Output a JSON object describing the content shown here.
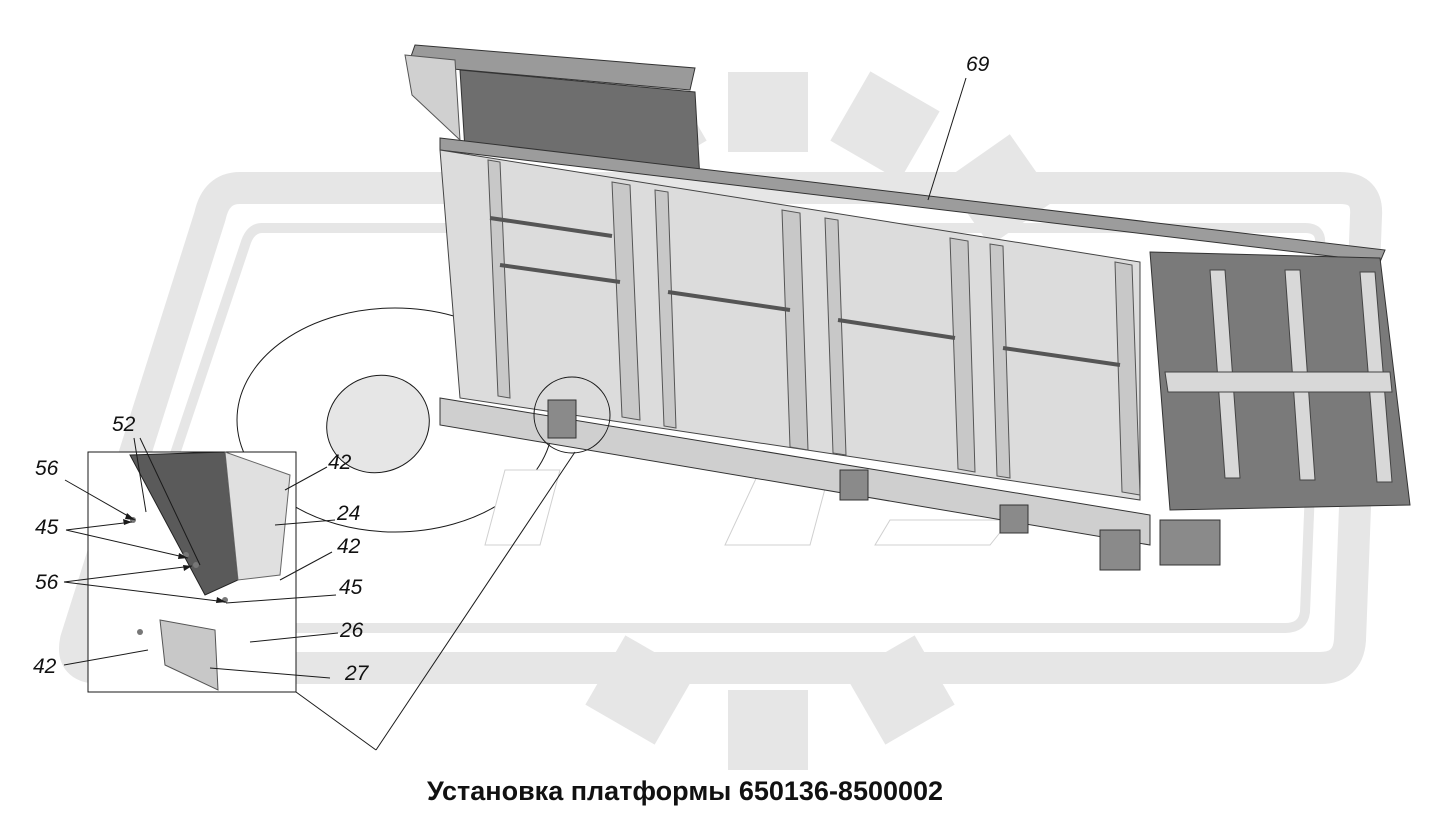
{
  "caption": "Установка платформы 650136-8500002",
  "callouts": {
    "c69": "69",
    "c52": "52",
    "c56a": "56",
    "c45a": "45",
    "c56b": "56",
    "c42a": "42",
    "c24": "24",
    "c42b": "42",
    "c45b": "45",
    "c26": "26",
    "c42c": "42",
    "c27": "27"
  },
  "colors": {
    "watermark": "#e6e6e6",
    "body_light": "#dcdcdc",
    "body_mid": "#bfbfbf",
    "body_dark": "#6e6e6e",
    "line": "#1a1a1a"
  }
}
